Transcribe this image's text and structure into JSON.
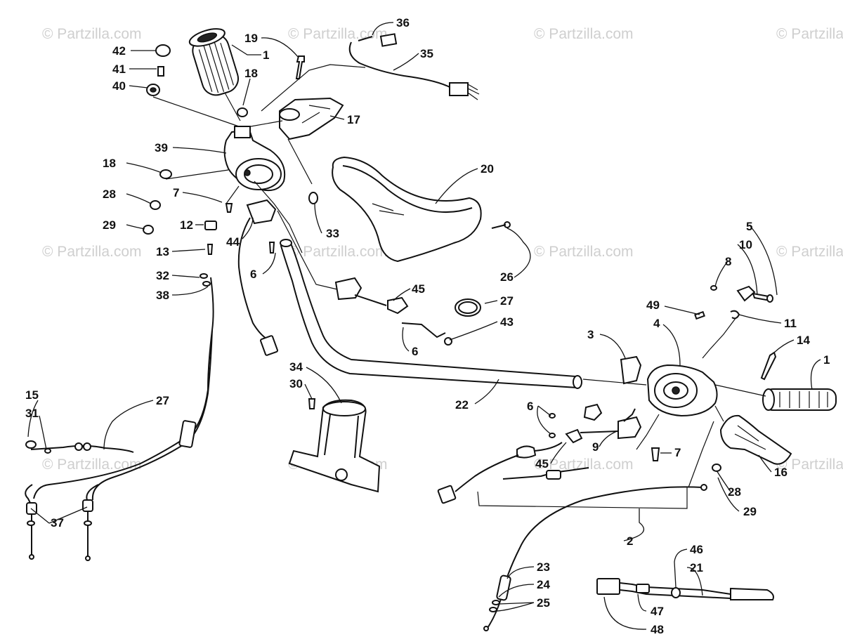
{
  "watermark": "© Partzilla.com",
  "labels": {
    "l42": "42",
    "l41": "41",
    "l40": "40",
    "l1a": "1",
    "l19": "19",
    "l18a": "18",
    "l36": "36",
    "l35": "35",
    "l17": "17",
    "l39": "39",
    "l18b": "18",
    "l28a": "28",
    "l7a": "7",
    "l29a": "29",
    "l12": "12",
    "l13": "13",
    "l44": "44",
    "l33": "33",
    "l20": "20",
    "l26": "26",
    "l6a": "6",
    "l32": "32",
    "l38": "38",
    "l45a": "45",
    "l27a": "27",
    "l43": "43",
    "l6b": "6",
    "l34": "34",
    "l30": "30",
    "l15": "15",
    "l31": "31",
    "l27b": "27",
    "l37": "37",
    "l22": "22",
    "l5": "5",
    "l10": "10",
    "l8": "8",
    "l49": "49",
    "l4": "4",
    "l11": "11",
    "l3": "3",
    "l14": "14",
    "l1b": "1",
    "l6c": "6",
    "l9": "9",
    "l7b": "7",
    "l45b": "45",
    "l16": "16",
    "l28b": "28",
    "l29b": "29",
    "l2": "2",
    "l23": "23",
    "l24": "24",
    "l25": "25",
    "l46": "46",
    "l21": "21",
    "l47": "47",
    "l48": "48"
  }
}
